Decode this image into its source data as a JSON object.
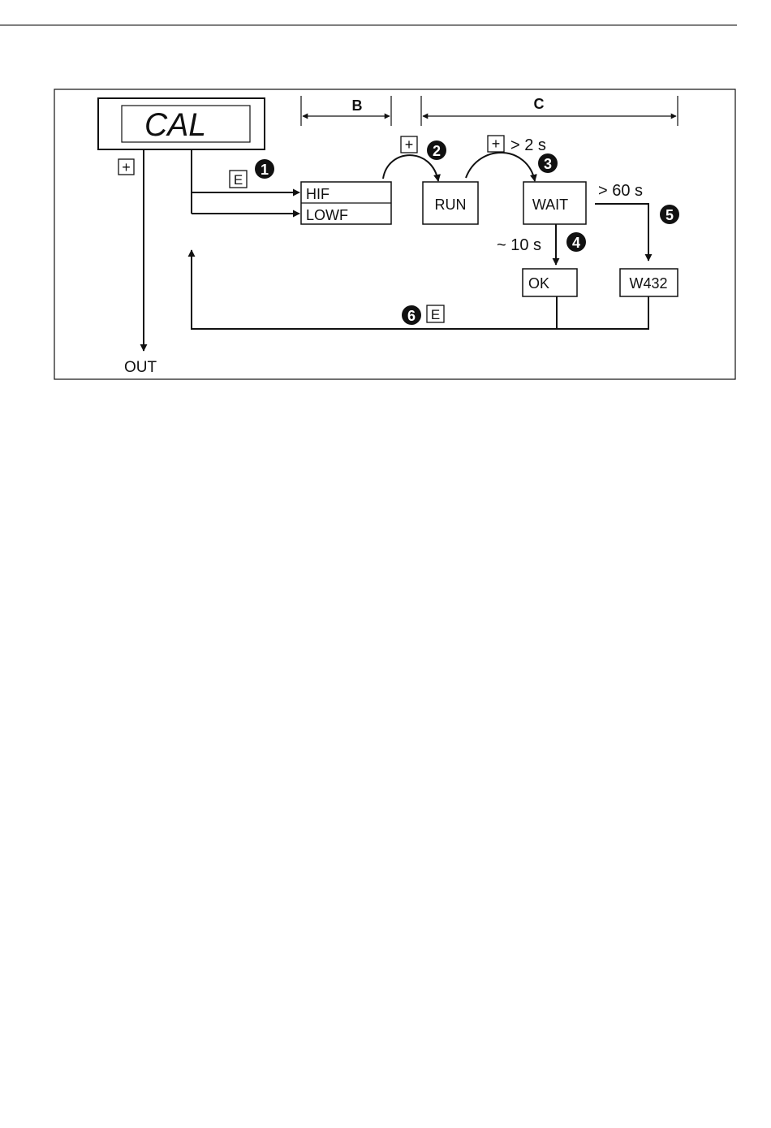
{
  "display": {
    "text": "CAL"
  },
  "keys": {
    "plus": "+",
    "enter": "E"
  },
  "ranges": {
    "b": "B",
    "c": "C"
  },
  "states": {
    "hif": "HIF",
    "lowf": "LOWF",
    "run": "RUN",
    "wait": "WAIT",
    "ok": "OK",
    "w432": "W432",
    "out": "OUT"
  },
  "timings": {
    "hold": "> 2 s",
    "approx": "~ 10 s",
    "timeout": "> 60 s"
  },
  "steps": [
    "1",
    "2",
    "3",
    "4",
    "5",
    "6"
  ]
}
